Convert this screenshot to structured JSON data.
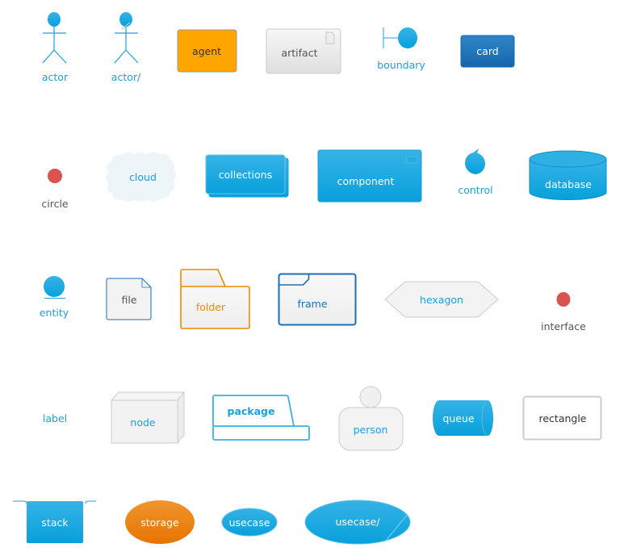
{
  "colors": {
    "primary": "#1ba1e2",
    "dark_blue": "#1b6fb5",
    "agent": "#ffa500",
    "storage": "#e8760a",
    "folder": "#f08a00",
    "interface": "#d9534f"
  },
  "elements": {
    "actor": "actor",
    "actor_alt": "actor/",
    "agent": "agent",
    "artifact": "artifact",
    "boundary": "boundary",
    "card": "card",
    "circle": "circle",
    "cloud": "cloud",
    "collections": "collections",
    "component": "component",
    "control": "control",
    "database": "database",
    "entity": "entity",
    "file": "file",
    "folder": "folder",
    "frame": "frame",
    "hexagon": "hexagon",
    "interface": "interface",
    "label": "label",
    "node": "node",
    "package": "package",
    "person": "person",
    "queue": "queue",
    "rectangle": "rectangle",
    "stack": "stack",
    "storage": "storage",
    "usecase": "usecase",
    "usecase_alt": "usecase/"
  }
}
